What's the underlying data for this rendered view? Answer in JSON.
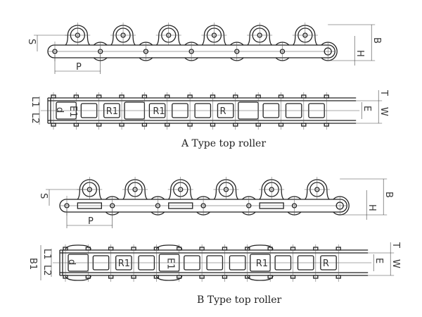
{
  "diagrams": [
    {
      "caption": "A Type top roller",
      "side_labels": {
        "S": "S",
        "P": "P",
        "H": "H",
        "B": "B"
      },
      "plan_labels": {
        "L1": "L1",
        "L2": "L2",
        "d": "d",
        "E1": "E1",
        "R1a": "R1",
        "R1b": "R1",
        "R": "R",
        "E": "E",
        "W": "W",
        "T": "T"
      }
    },
    {
      "caption": "B Type top roller",
      "side_labels": {
        "S": "S",
        "P": "P",
        "H": "H",
        "B": "B"
      },
      "plan_labels": {
        "B1": "B1",
        "L1": "L1",
        "L2": "L2",
        "d": "d",
        "E1": "E1",
        "R1a": "R1",
        "R1b": "R1",
        "R": "R",
        "E": "E",
        "W": "W",
        "T": "T"
      }
    }
  ]
}
